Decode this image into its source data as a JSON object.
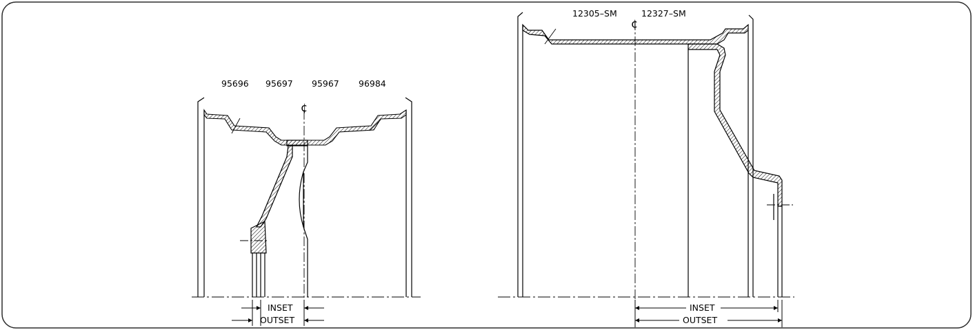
{
  "left_drawing": {
    "part_numbers": [
      "95696",
      "95697",
      "95967",
      "96984"
    ],
    "centerline_symbol": "¢",
    "inset_label": "INSET",
    "outset_label": "OUTSET"
  },
  "right_drawing": {
    "part_numbers": [
      "12305–SM",
      "12327–SM"
    ],
    "centerline_symbol": "¢",
    "inset_label": "INSET",
    "outset_label": "OUTSET"
  },
  "colors": {
    "line": "#000000",
    "frame": "#2b2b2b",
    "background": "#ffffff"
  }
}
